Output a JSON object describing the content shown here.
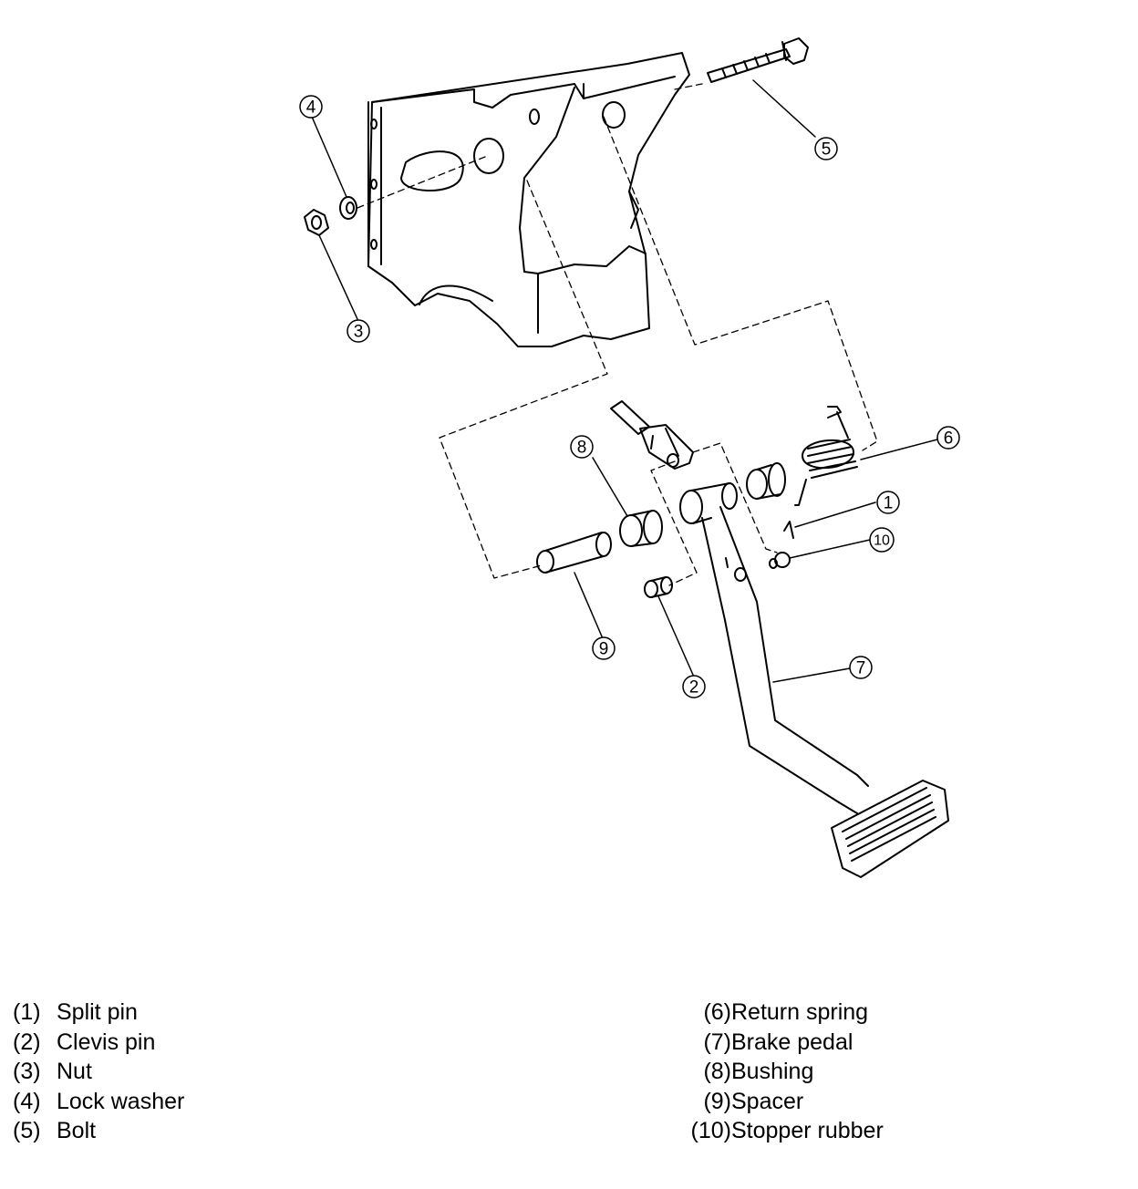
{
  "callouts": [
    "1",
    "2",
    "3",
    "4",
    "5",
    "6",
    "7",
    "8",
    "9",
    "10"
  ],
  "legend": {
    "left": [
      {
        "num": "(1)",
        "name": "Split pin"
      },
      {
        "num": "(2)",
        "name": "Clevis pin"
      },
      {
        "num": "(3)",
        "name": "Nut"
      },
      {
        "num": "(4)",
        "name": "Lock washer"
      },
      {
        "num": "(5)",
        "name": "Bolt"
      }
    ],
    "right": [
      {
        "num": "(6)",
        "name": "Return spring"
      },
      {
        "num": "(7)",
        "name": "Brake pedal"
      },
      {
        "num": "(8)",
        "name": "Bushing"
      },
      {
        "num": "(9)",
        "name": "Spacer"
      },
      {
        "num": "(10)",
        "name": "Stopper rubber"
      }
    ]
  }
}
